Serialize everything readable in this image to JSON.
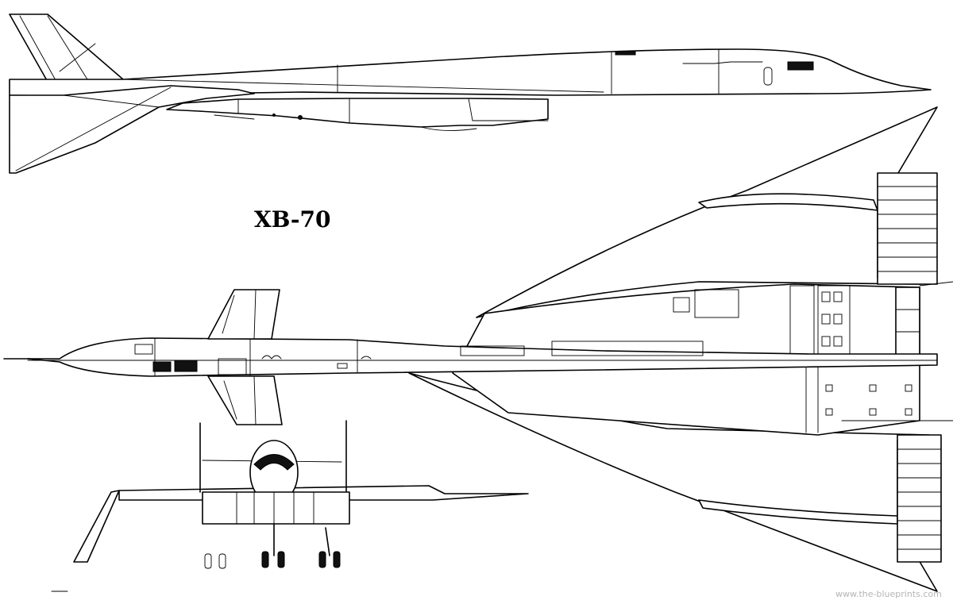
{
  "drawing": {
    "title": "XB-70",
    "watermark": "www.the-blueprints.com"
  },
  "views": [
    {
      "id": "side",
      "name": "side-view"
    },
    {
      "id": "top",
      "name": "top-view"
    },
    {
      "id": "front",
      "name": "front-view"
    }
  ]
}
